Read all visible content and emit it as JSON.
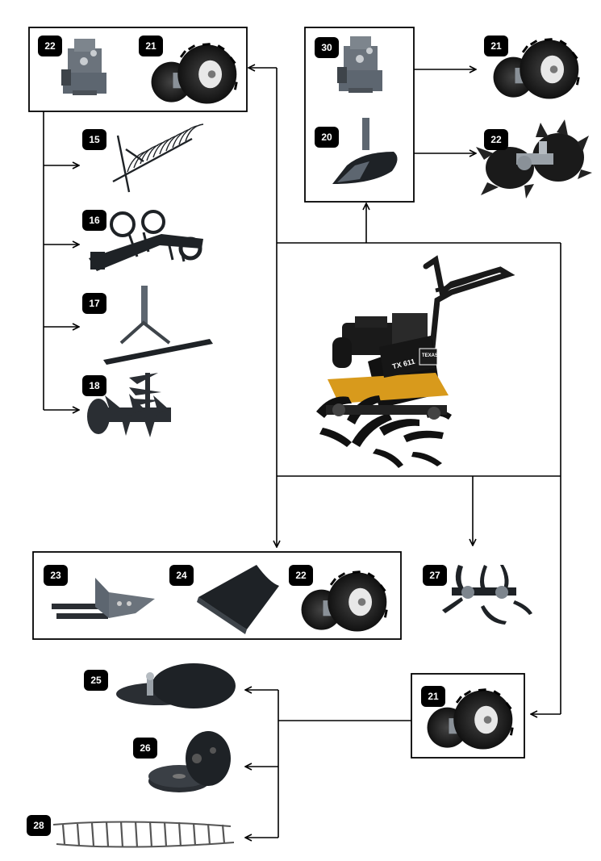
{
  "tiller": {
    "model_text": "TX 611",
    "brand_text": "TEXAS"
  },
  "parts": [
    {
      "id": "badge-22-top-left",
      "label": "22",
      "icon": "hitch-bracket-icon"
    },
    {
      "id": "badge-21-top-left",
      "label": "21",
      "icon": "wheel-icon"
    },
    {
      "id": "badge-30",
      "label": "30",
      "icon": "hitch-bracket-icon"
    },
    {
      "id": "badge-20",
      "label": "20",
      "icon": "plough-icon"
    },
    {
      "id": "badge-21-top-right",
      "label": "21",
      "icon": "wheel-icon"
    },
    {
      "id": "badge-22-top-right",
      "label": "22",
      "icon": "cage-wheel-icon"
    },
    {
      "id": "badge-15",
      "label": "15",
      "icon": "rake-icon"
    },
    {
      "id": "badge-16",
      "label": "16",
      "icon": "cultivator-icon"
    },
    {
      "id": "badge-17",
      "label": "17",
      "icon": "blade-icon"
    },
    {
      "id": "badge-18",
      "label": "18",
      "icon": "aerator-icon"
    },
    {
      "id": "badge-23",
      "label": "23",
      "icon": "hitch-icon"
    },
    {
      "id": "badge-24",
      "label": "24",
      "icon": "blade-icon"
    },
    {
      "id": "badge-22-middle",
      "label": "22",
      "icon": "wheel-icon"
    },
    {
      "id": "badge-27",
      "label": "27",
      "icon": "tiller-tines-icon"
    },
    {
      "id": "badge-25",
      "label": "25",
      "icon": "disc-icon"
    },
    {
      "id": "badge-26",
      "label": "26",
      "icon": "weight-icon"
    },
    {
      "id": "badge-28",
      "label": "28",
      "icon": "chain-icon"
    },
    {
      "id": "badge-21-bottom",
      "label": "21",
      "icon": "wheel-icon"
    }
  ],
  "colors": {
    "line": "#000000",
    "badge": "#000000",
    "badge_text": "#ffffff",
    "part_gray": "#5d6670",
    "part_dark": "#222222",
    "tiller_orange": "#d89a1c"
  }
}
